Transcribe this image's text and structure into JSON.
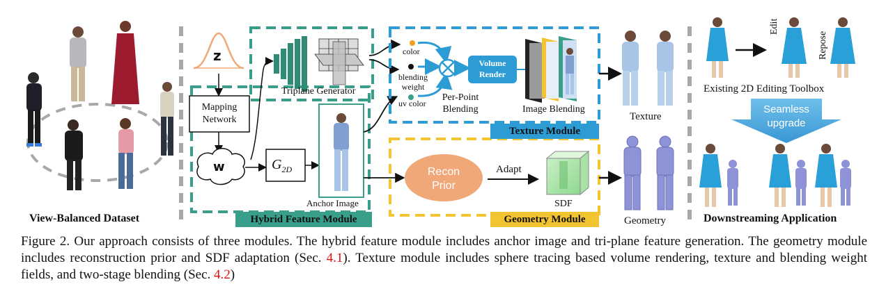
{
  "colors": {
    "teal": "#3a9f8a",
    "teal_dark": "#2f8a76",
    "blue": "#2d9bd4",
    "yellow": "#f2c431",
    "orange": "#f0a878",
    "green_box": "#7fd48a",
    "grey_dash": "#a8a8a8",
    "arrow_blue": "#4aa7dc"
  },
  "dataset": {
    "label": "View-Balanced Dataset"
  },
  "hybrid": {
    "z": "z",
    "mapping_network": [
      "Mapping",
      "Network"
    ],
    "w": "w",
    "g2d": "G",
    "g2d_sub": "2D",
    "triplane": "Triplane Generator",
    "anchor": "Anchor Image",
    "module_label": "Hybrid Feature Module"
  },
  "texture": {
    "color": "color",
    "blending_weight": [
      "blending",
      "weight"
    ],
    "uv_color": "uv color",
    "volume_render": [
      "Volume",
      "Render"
    ],
    "per_point": [
      "Per-Point",
      "Blending"
    ],
    "image_blending": "Image Blending",
    "module_label": "Texture Module",
    "output": "Texture"
  },
  "geometry": {
    "recon_prior": [
      "Recon",
      "Prior"
    ],
    "adapt": "Adapt",
    "sdf": "SDF",
    "module_label": "Geometry Module",
    "output": "Geometry"
  },
  "downstream": {
    "edit": "Edit",
    "repose": "Repose",
    "toolbox": "Existing 2D Editing Toolbox",
    "seamless": [
      "Seamless",
      "upgrade"
    ],
    "label": "Downstreaming Application"
  },
  "caption": {
    "fig": "Figure 2.",
    "text1": " Our approach consists of three modules. The hybrid feature module includes anchor image and tri-plane feature generation. The geometry module includes reconstruction prior and SDF adaptation (Sec. ",
    "ref1": "4.1",
    "text2": "). Texture module includes sphere tracing based volume rendering, texture and blending weight fields, and two-stage blending (Sec. ",
    "ref2": "4.2",
    "text3": ")"
  }
}
